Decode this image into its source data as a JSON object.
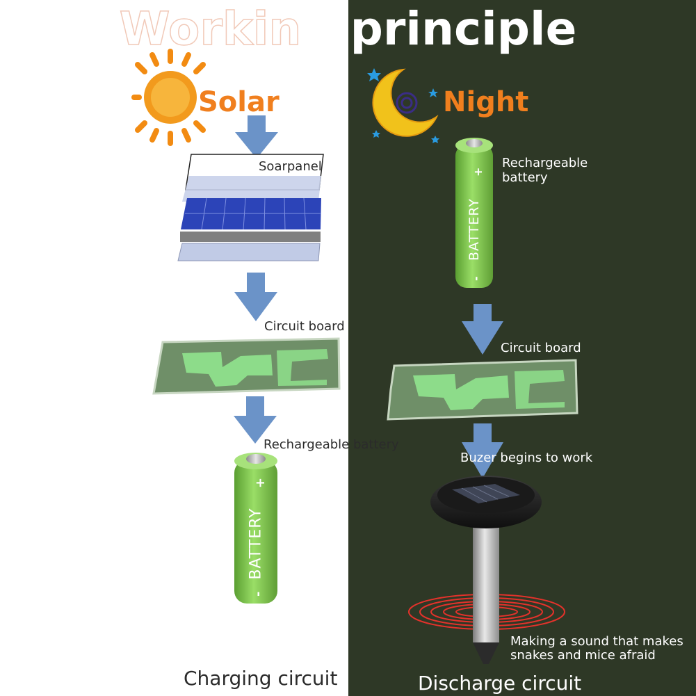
{
  "title": {
    "left": "Workin",
    "right": "g principle"
  },
  "charging": {
    "heading": "Solar",
    "solar_panel_label": "Soarpanel",
    "circuit_board_label": "Circuit board",
    "battery_label": "Rechargeable battery",
    "battery_text": "BATTERY",
    "footer": "Charging circuit"
  },
  "discharge": {
    "heading": "Night",
    "battery_label_line1": "Rechargeable",
    "battery_label_line2": "battery",
    "battery_text": "BATTERY",
    "circuit_board_label": "Circuit board",
    "buzzer_label": "Buzer begins to work",
    "sound_label_line1": "Making a sound that makes",
    "sound_label_line2": "snakes and mice afraid",
    "footer": "Discharge circuit"
  },
  "colors": {
    "accent_orange": "#f07f1e",
    "arrow_blue": "#6b93c8",
    "battery_green": "#8bd05a",
    "night_background": "#2e3826",
    "sound_wave_red": "#e4322b"
  },
  "icons": [
    "sun-icon",
    "moon-icon",
    "solar-panel-icon",
    "circuit-board-icon",
    "battery-icon",
    "repeller-device-icon",
    "arrow-down-icon"
  ]
}
